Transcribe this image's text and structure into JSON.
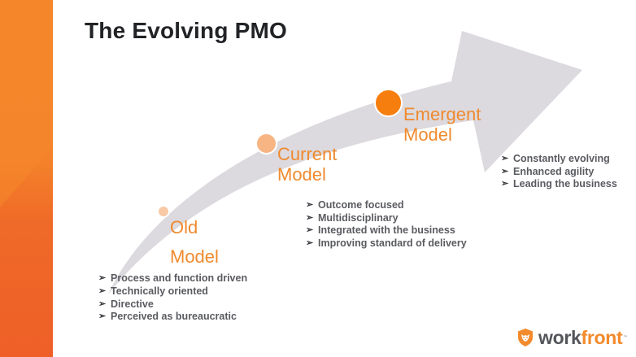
{
  "slide": {
    "title": "The Evolving PMO",
    "colors": {
      "sidebar_top": "#f5862a",
      "sidebar_bottom": "#ee5f27",
      "arrow": "#dcdadf",
      "stage_label": "#ef8a2e",
      "bullet_text": "#5a5b60",
      "title_text": "#222326"
    },
    "stages": [
      {
        "name": "old",
        "label_line1": "Old",
        "label_line2": "Model",
        "dot_color": "#f9c9a6",
        "bullets": [
          "Process and function driven",
          "Technically oriented",
          "Directive",
          "Perceived as bureaucratic"
        ]
      },
      {
        "name": "current",
        "label_line1": "Current",
        "label_line2": "Model",
        "dot_color": "#f7b583",
        "bullets": [
          "Outcome focused",
          "Multidisciplinary",
          "Integrated with the business",
          "Improving standard of delivery"
        ]
      },
      {
        "name": "emergent",
        "label_line1": "Emergent",
        "label_line2": "Model",
        "dot_color": "#f67e0f",
        "bullets": [
          "Constantly evolving",
          "Enhanced agility",
          "Leading the business"
        ]
      }
    ],
    "bullet_icon": "arrowhead-bullet-icon",
    "bullet_glyph": "➢"
  },
  "logo": {
    "icon": "lion-shield-icon",
    "text_part1": "work",
    "text_part2": "front",
    "trademark": "™"
  }
}
